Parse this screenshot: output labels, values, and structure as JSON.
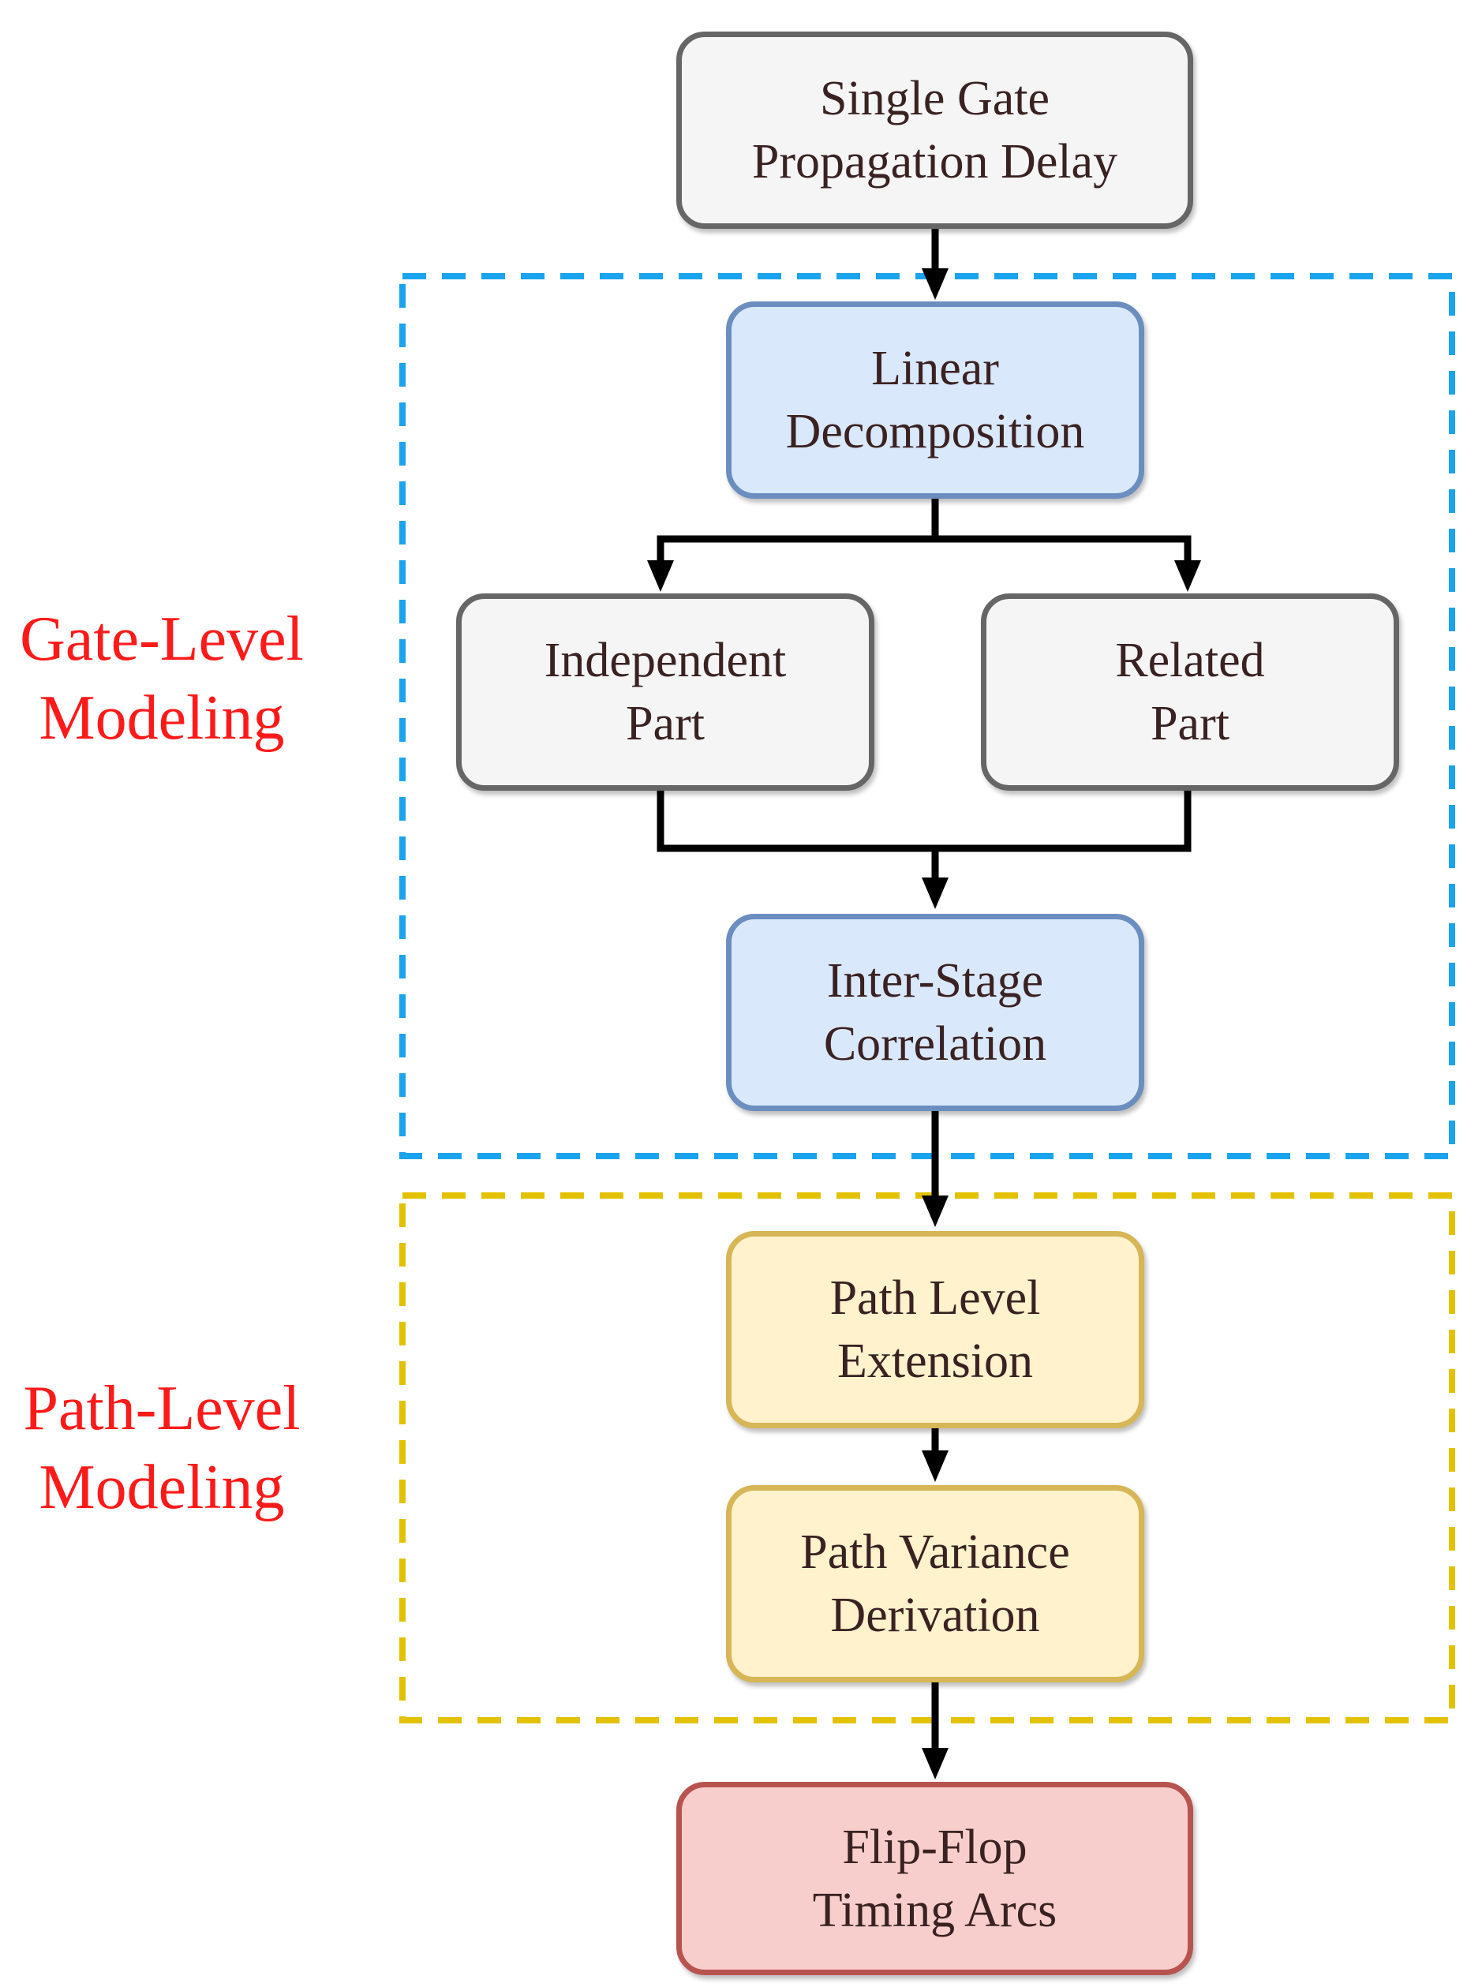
{
  "colors": {
    "gate_group_border": "#1aa3ee",
    "path_group_border": "#e2c200",
    "group_label_text": "#ff1a1a",
    "gray_fill": "#f5f5f5",
    "gray_border": "#666666",
    "blue_fill": "#dae8fc",
    "blue_border": "#6c8ebf",
    "yellow_fill": "#fff2cc",
    "yellow_border": "#d6b656",
    "red_fill": "#f8cecc",
    "red_border": "#b85450",
    "arrow": "#000000"
  },
  "groups": {
    "gate_level": {
      "line1": "Gate-Level",
      "line2": "Modeling"
    },
    "path_level": {
      "line1": "Path-Level",
      "line2": "Modeling"
    }
  },
  "nodes": {
    "single_gate": {
      "line1": "Single Gate",
      "line2": "Propagation Delay"
    },
    "linear_decomposition": {
      "line1": "Linear",
      "line2": "Decomposition"
    },
    "independent_part": {
      "line1": "Independent",
      "line2": "Part"
    },
    "related_part": {
      "line1": "Related",
      "line2": "Part"
    },
    "inter_stage": {
      "line1": "Inter-Stage",
      "line2": "Correlation"
    },
    "path_level_extension": {
      "line1": "Path Level",
      "line2": "Extension"
    },
    "path_variance": {
      "line1": "Path Variance",
      "line2": "Derivation"
    },
    "flip_flop": {
      "line1": "Flip-Flop",
      "line2": "Timing Arcs"
    }
  }
}
